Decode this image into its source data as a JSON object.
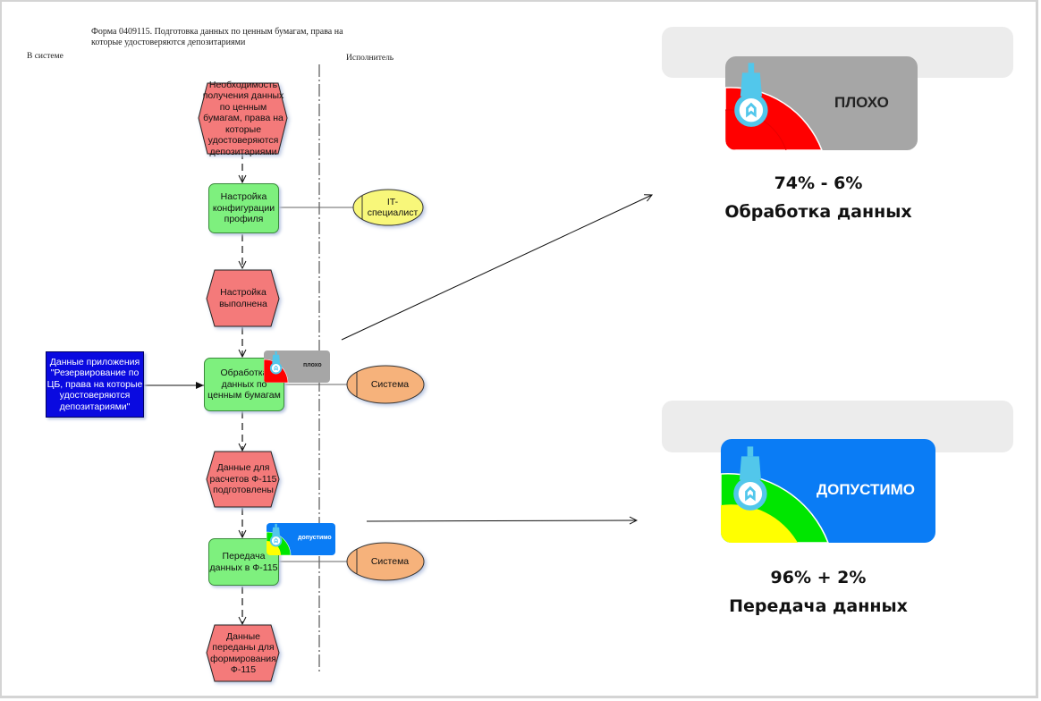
{
  "header": {
    "title": "Форма 0409115. Подготовка данных по ценным бумагам, права на которые удостоверяются депозитариями",
    "lane_left": "В системе",
    "lane_right": "Исполнитель"
  },
  "flow": {
    "event_start": "Необходимость получения данных по ценным бумагам, права на которые удостоверяются депозитариями",
    "func_config": "Настройка конфигурации профиля",
    "role_it": "IT-специалист",
    "event_config_done": "Настройка выполнена",
    "input_data": "Данные приложения \"Резервирование по ЦБ, права на которые удостоверяются депозитариями\"",
    "func_processing": "Обработка данных по ценным бумагам",
    "role_system_1": "Система",
    "event_data_ready": "Данные для расчетов Ф-115 подготовлены",
    "func_transfer": "Передача данных в Ф-115",
    "role_system_2": "Система",
    "event_end": "Данные переданы для формирования Ф-115"
  },
  "indicators": {
    "processing": {
      "status": "плохо",
      "status_upper": "ПЛОХО",
      "score": "74% - 6%",
      "name": "Обработка данных",
      "color": "#a6a6a6",
      "arc_colors": [
        "#ff0000"
      ]
    },
    "transfer": {
      "status": "допустимо",
      "status_upper": "ДОПУСТИМО",
      "score": "96% + 2%",
      "name": "Передача данных",
      "color": "#0a7cf5",
      "arc_colors": [
        "#00e600",
        "#ffff00"
      ]
    }
  },
  "colors": {
    "event": "#f47a7a",
    "function": "#7ef07e",
    "role_it": "#f8f77a",
    "role_system": "#f6b27b",
    "input": "#0a0ae0"
  }
}
